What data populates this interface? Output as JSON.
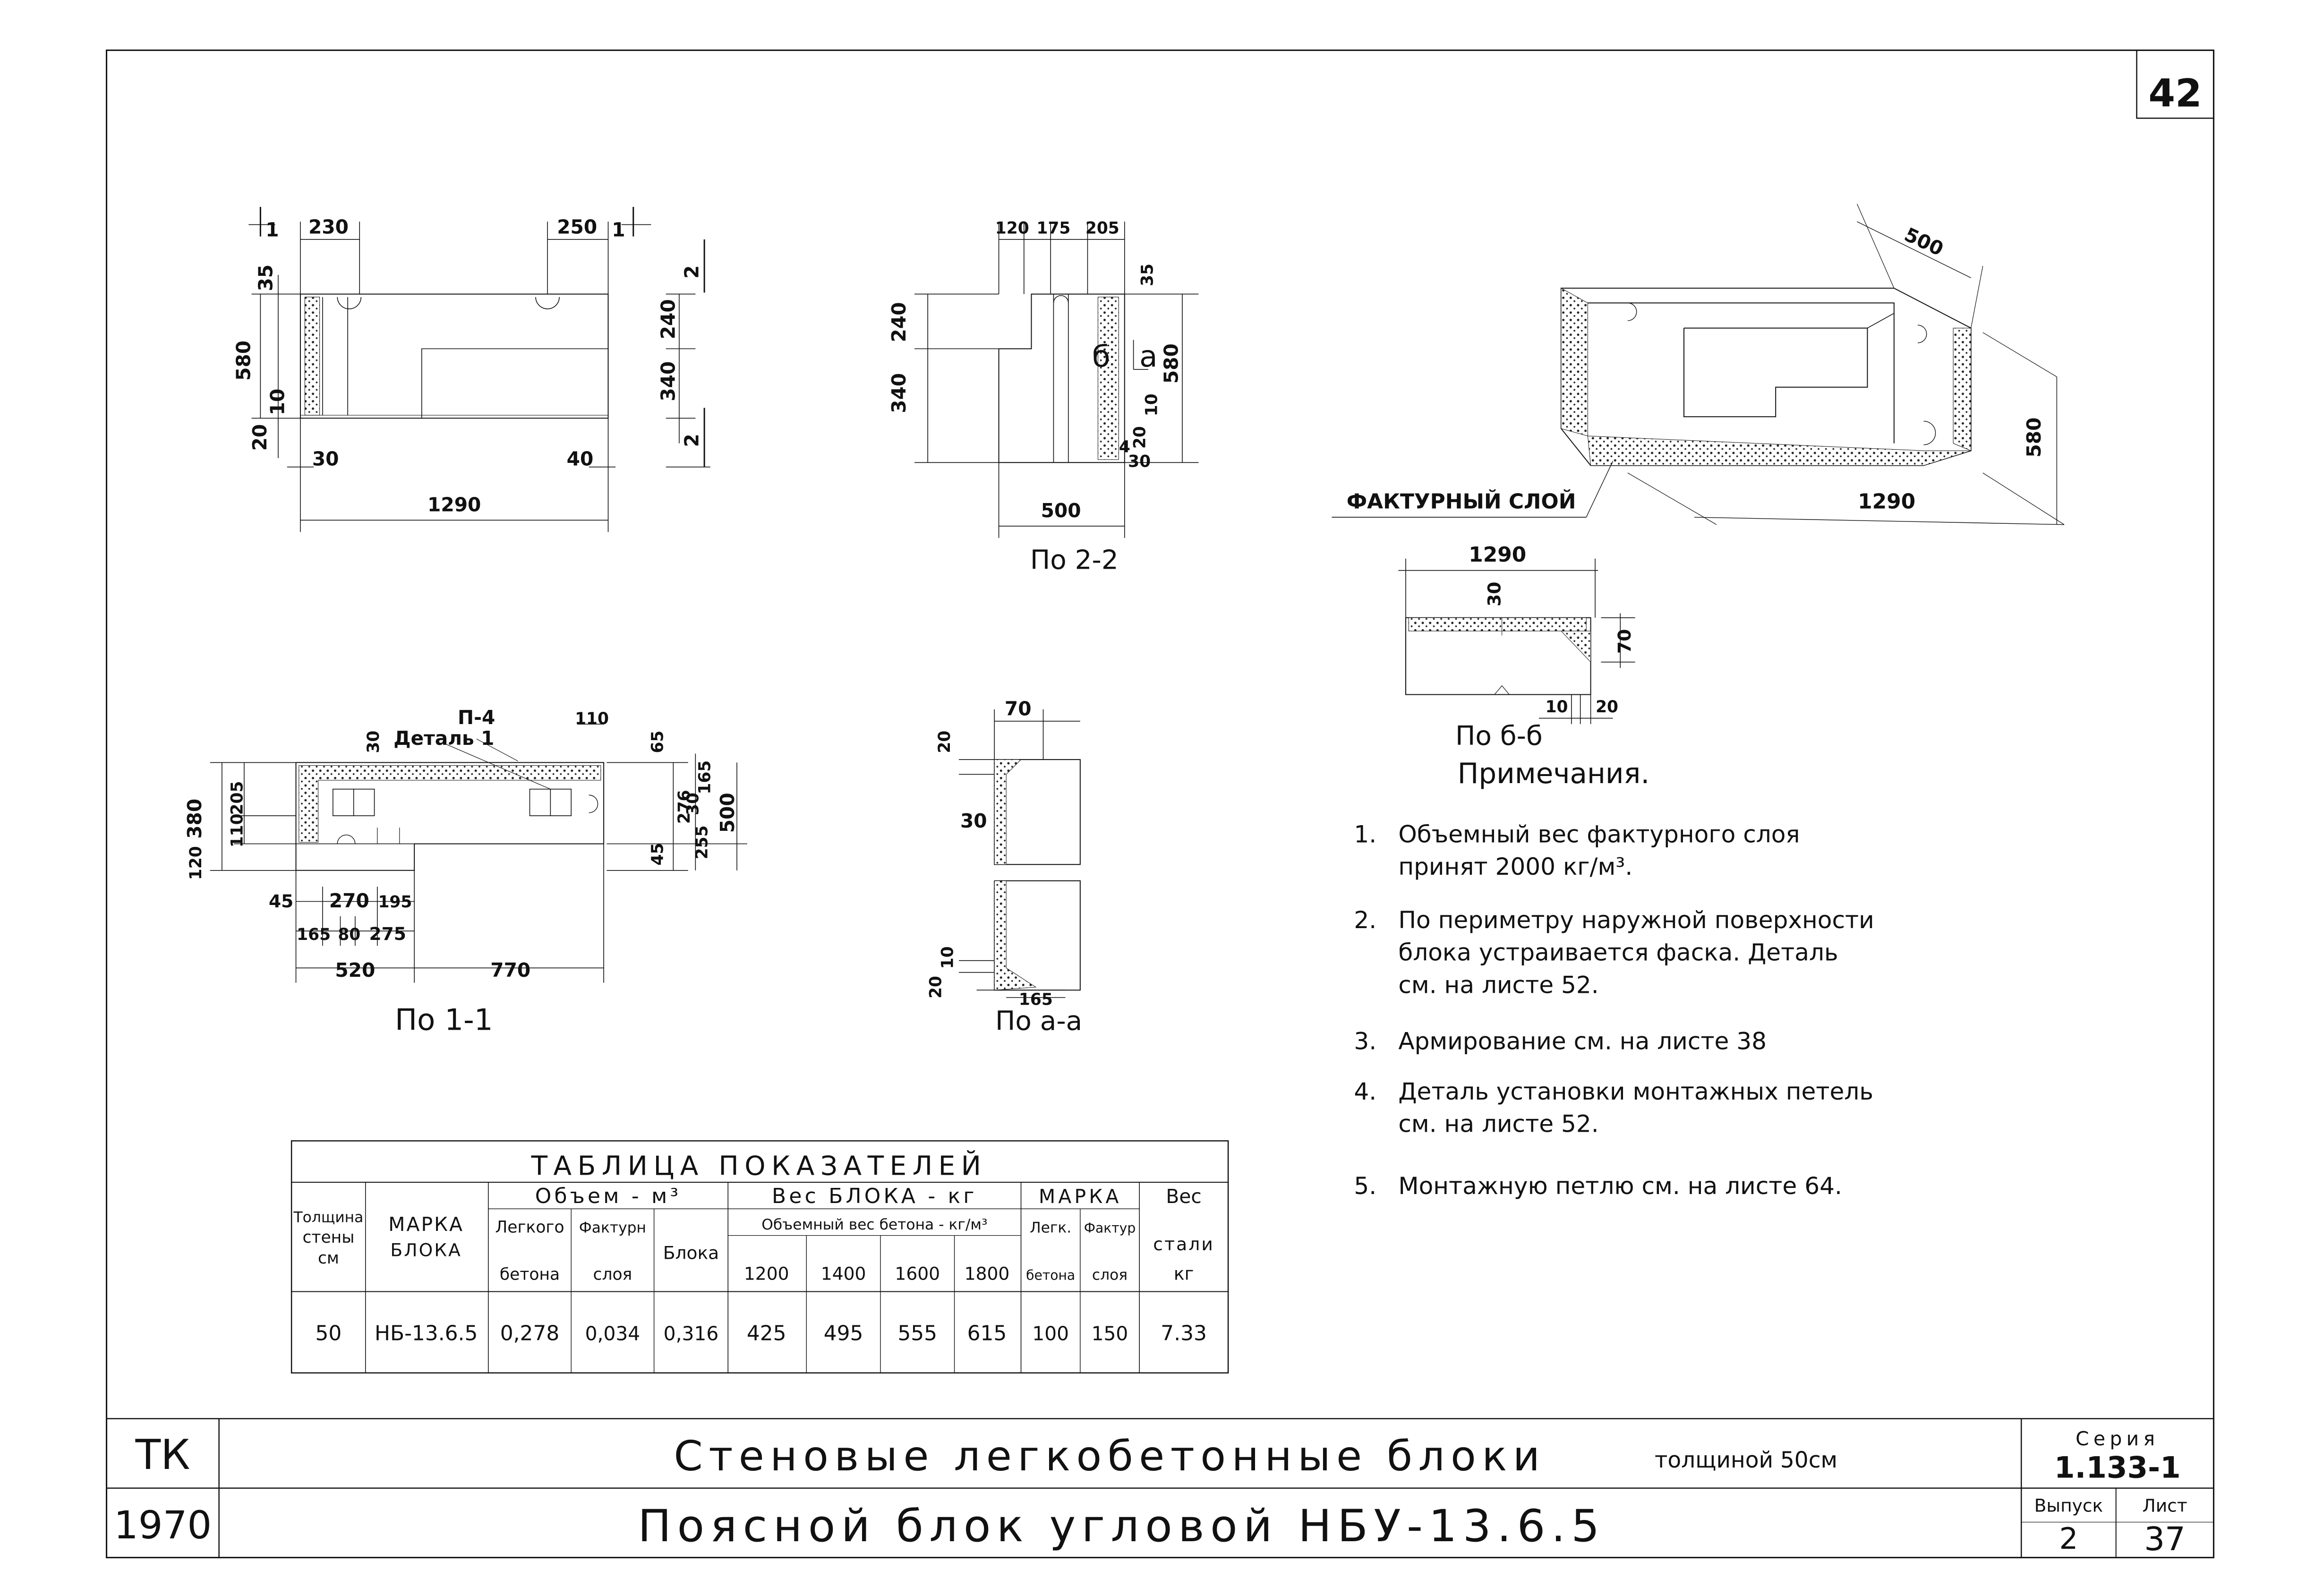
{
  "sheet_number": "42",
  "views": {
    "plan": {
      "dims": {
        "d230a": "230",
        "d250": "250",
        "d580": "580",
        "d35": "35",
        "d240": "240",
        "d340": "340",
        "d20": "20",
        "d10": "10",
        "d30": "30",
        "d40": "40",
        "d1290": "1290",
        "cut1a": "1",
        "cut1b": "1",
        "cut2a": "2",
        "cut2b": "2"
      }
    },
    "section_22": {
      "label": "По 2-2",
      "dims": {
        "d120": "120",
        "d175": "175",
        "d205": "205",
        "d240": "240",
        "d340": "340",
        "d35": "35",
        "d580": "580",
        "d20": "20",
        "d10": "10",
        "d30": "30",
        "d4": "4",
        "d500": "500",
        "mark_b": "б",
        "mark_a": "а"
      }
    },
    "axo": {
      "layer_label": "ФАКТУРНЫЙ СЛОЙ",
      "dims": {
        "d500": "500",
        "d580": "580",
        "d1290": "1290"
      }
    },
    "section_bb": {
      "label": "По б-б",
      "dims": {
        "d1290": "1290",
        "d30": "30",
        "d70": "70",
        "d10": "10",
        "d20": "20"
      }
    },
    "section_11": {
      "label": "По 1-1",
      "callout_loop": "П-4",
      "callout_detail": "Деталь 1",
      "dims": {
        "d30": "30",
        "d110": "110",
        "d65": "65",
        "d380": "380",
        "d205": "205",
        "d110b": "110",
        "d120": "120",
        "d165": "165",
        "d30b": "30",
        "d276": "276",
        "d500": "500",
        "d45": "45",
        "d255": "255",
        "d45b": "45",
        "d270": "270",
        "d195": "195",
        "d165b": "165",
        "d80": "80",
        "d275": "275",
        "d520": "520",
        "d770": "770"
      }
    },
    "section_aa": {
      "label": "По а-а",
      "dims": {
        "d70": "70",
        "d20": "20",
        "d30": "30",
        "d10": "10",
        "d20b": "20",
        "d165": "165"
      }
    }
  },
  "notes": {
    "title": "Примечания.",
    "items": [
      {
        "num": "1.",
        "lines": [
          "Объемный вес фактурного слоя",
          "принят 2000 кг/м³."
        ]
      },
      {
        "num": "2.",
        "lines": [
          "По периметру наружной поверхности",
          "блока устраивается фаска. Деталь",
          "см. на листе 52."
        ]
      },
      {
        "num": "3.",
        "lines": [
          "Армирование см. на листе 38"
        ]
      },
      {
        "num": "4.",
        "lines": [
          "Деталь установки монтажных петель",
          "см. на листе 52."
        ]
      },
      {
        "num": "5.",
        "lines": [
          "Монтажную петлю см. на листе 64."
        ]
      }
    ]
  },
  "table": {
    "title": "ТАБЛИЦА ПОКАЗАТЕЛЕЙ",
    "headers": {
      "wall": [
        "Толщина",
        "стены",
        "см"
      ],
      "mark": [
        "МАРКА",
        "БЛОКА"
      ],
      "volume": "Объем - м³",
      "vol_light": [
        "Легкого",
        "бетона"
      ],
      "vol_fact": [
        "Фактурн",
        "слоя"
      ],
      "vol_block": "Блока",
      "weight": "Вес БЛОКА - кг",
      "weight_sub": "Объемный вес бетона - кг/м³",
      "w1200": "1200",
      "w1400": "1400",
      "w1600": "1600",
      "w1800": "1800",
      "grade": "МАРКА",
      "grade_light": [
        "Легк.",
        "бетона"
      ],
      "grade_fact": [
        "Фактур",
        "слоя"
      ],
      "steel": [
        "Вес",
        "стали",
        "кг"
      ]
    },
    "row": {
      "wall": "50",
      "mark": "НБ-13.6.5",
      "vol_light": "0,278",
      "vol_fact": "0,034",
      "vol_block": "0,316",
      "w1200": "425",
      "w1400": "495",
      "w1600": "555",
      "w1800": "615",
      "grade_light": "100",
      "grade_fact": "150",
      "steel": "7.33"
    }
  },
  "title_block": {
    "org": "ТК",
    "year": "1970",
    "title1": "Стеновые легкобетонные блоки",
    "title1_suffix": "толщиной 50см",
    "title2": "Поясной блок угловой НБУ-13.6.5",
    "series_label": "Серия",
    "series_value": "1.133-1",
    "issue_label": "Выпуск",
    "issue_value": "2",
    "sheet_label": "Лист",
    "sheet_value": "37"
  }
}
